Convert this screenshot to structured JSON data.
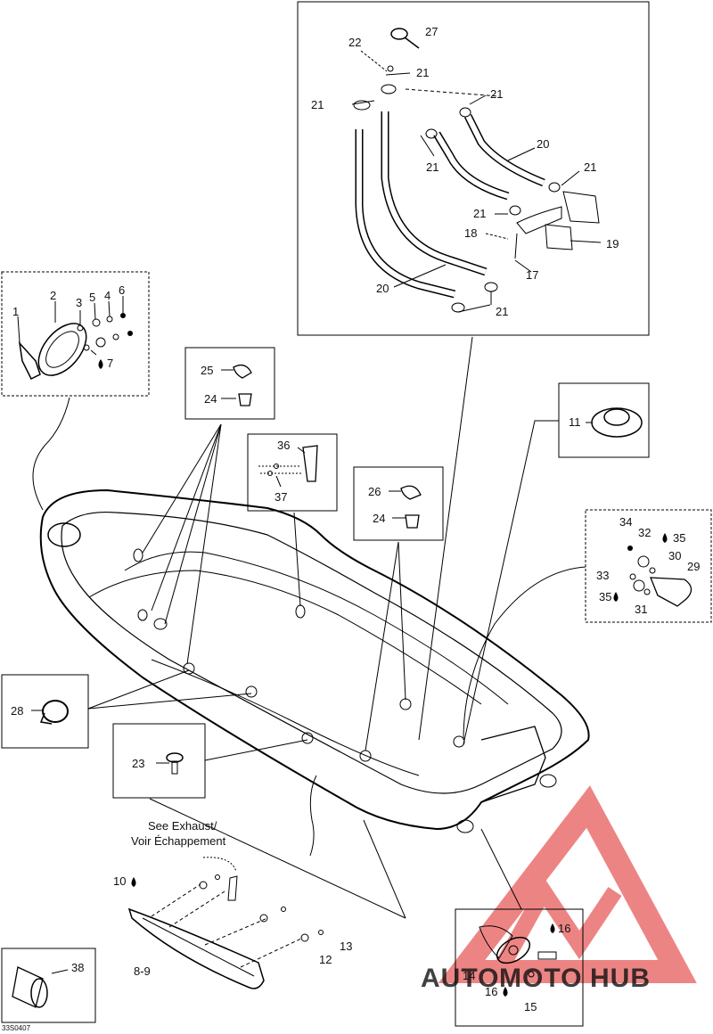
{
  "diagram": {
    "code": "33S0407",
    "note_line1": "See Exhaust/",
    "note_line2": "Voir Échappement",
    "labels": {
      "p1": "1",
      "p2": "2",
      "p3": "3",
      "p4": "4",
      "p5": "5",
      "p6": "6",
      "p7": "7",
      "p8_9": "8-9",
      "p10": "10",
      "p11": "11",
      "p12": "12",
      "p13": "13",
      "p14": "14",
      "p15": "15",
      "p16a": "16",
      "p16b": "16",
      "p17": "17",
      "p18": "18",
      "p19": "19",
      "p20a": "20",
      "p20b": "20",
      "p21a": "21",
      "p21b": "21",
      "p21c": "21",
      "p21d": "21",
      "p21e": "21",
      "p21f": "21",
      "p21g": "21",
      "p22": "22",
      "p23": "23",
      "p24a": "24",
      "p24b": "24",
      "p25": "25",
      "p26": "26",
      "p27": "27",
      "p28": "28",
      "p29": "29",
      "p30": "30",
      "p31": "31",
      "p32": "32",
      "p33": "33",
      "p34": "34",
      "p35a": "35",
      "p35b": "35",
      "p36": "36",
      "p37": "37",
      "p38": "38"
    }
  },
  "watermark": {
    "part1": "AUTO",
    "part2": "MOTO",
    "part3": "HUB",
    "color_main": "#e02020",
    "color_accent": "#f2a21a",
    "color_dark": "#4a4a4a"
  }
}
